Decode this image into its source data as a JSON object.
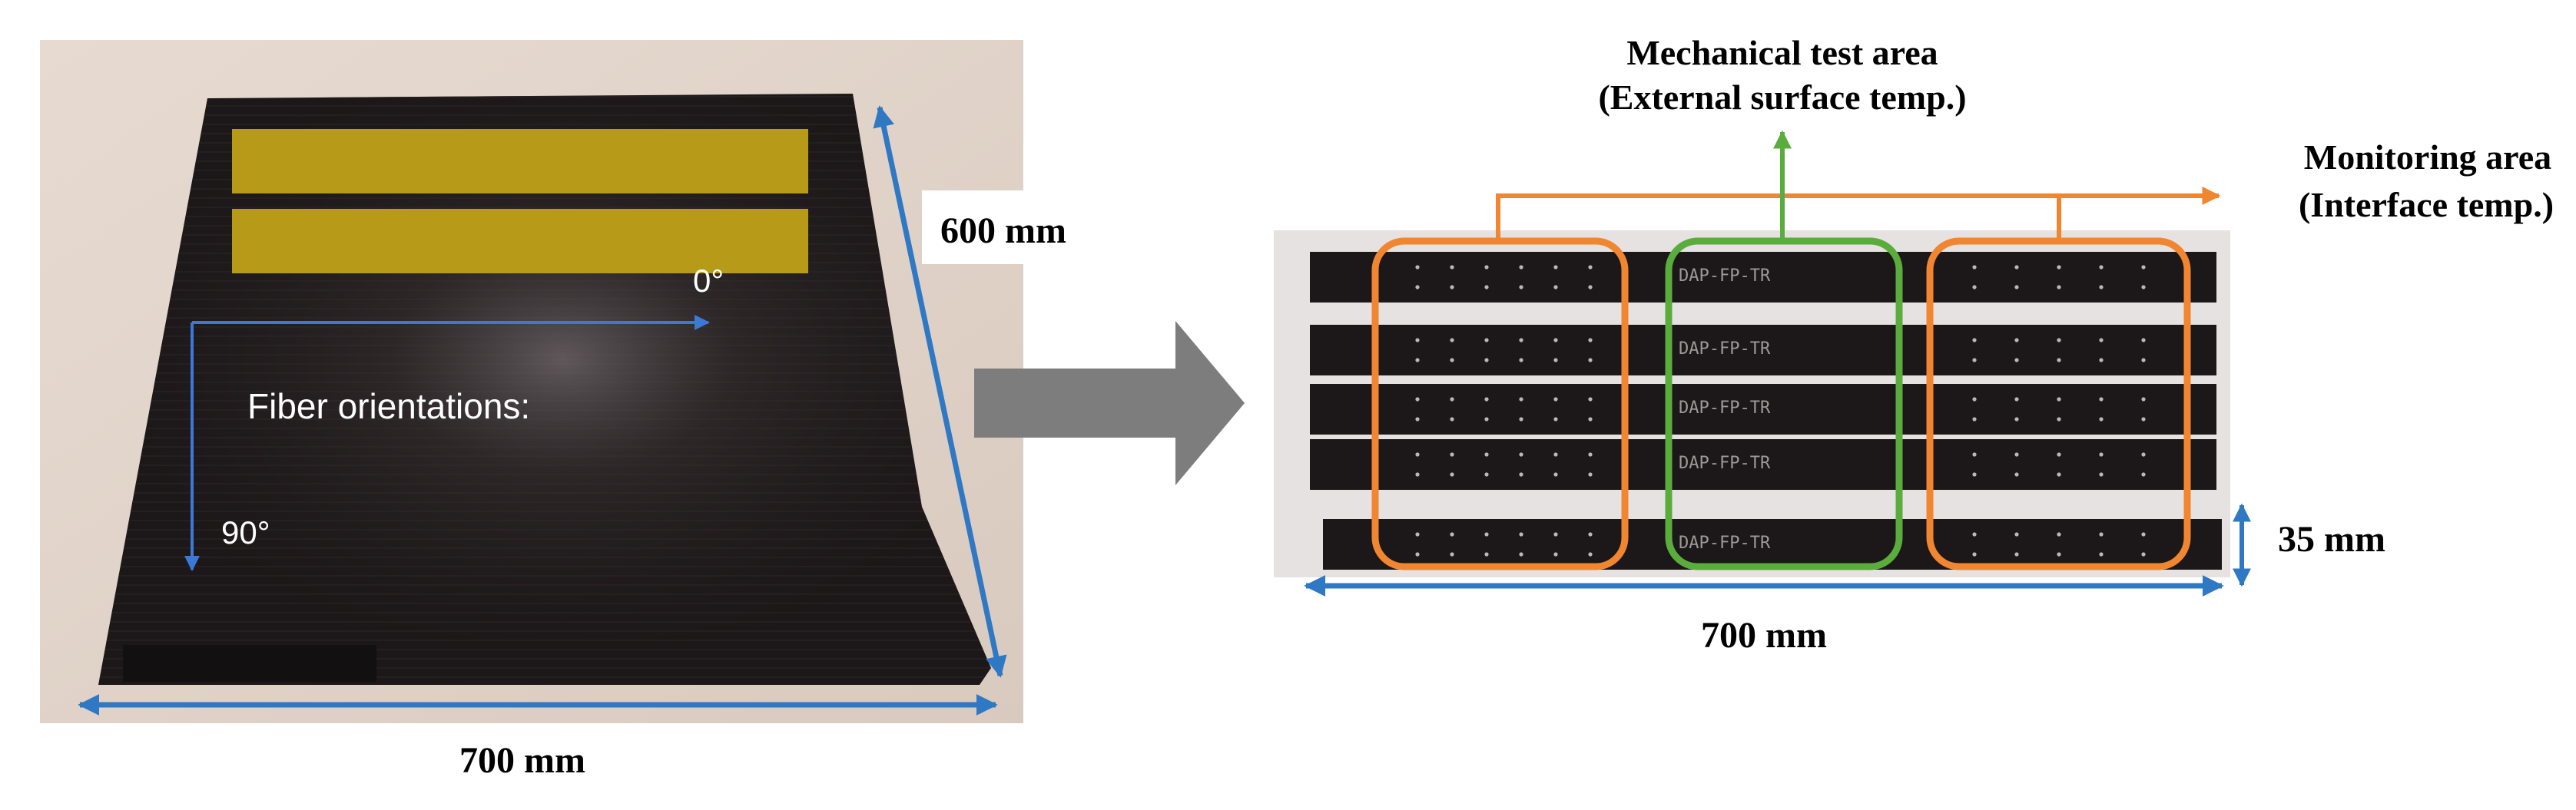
{
  "left_panel": {
    "width_label": "700 mm",
    "depth_label": "600 mm",
    "orientation_label": "Fiber orientations:",
    "angle_0": "0°",
    "angle_90": "90°"
  },
  "right_panel": {
    "mechanical_title": "Mechanical test area",
    "mechanical_subtitle": "(External surface temp.)",
    "monitoring_title": "Monitoring area",
    "monitoring_subtitle": "(Interface temp.)",
    "width_label": "700 mm",
    "height_label": "35 mm",
    "strip_labels": [
      "DAP-FP-TR",
      "DAP-FP-TR",
      "DAP-FP-TR",
      "DAP-FP-TR",
      "DAP-FP-TR"
    ]
  },
  "colors": {
    "dimension_arrow": "#2f78c4",
    "monitoring_box": "#f0862f",
    "mechanical_box": "#5aad3c",
    "process_arrow": "#7d7d7d",
    "tape": "#b89a19",
    "plate": "#1c1718"
  }
}
